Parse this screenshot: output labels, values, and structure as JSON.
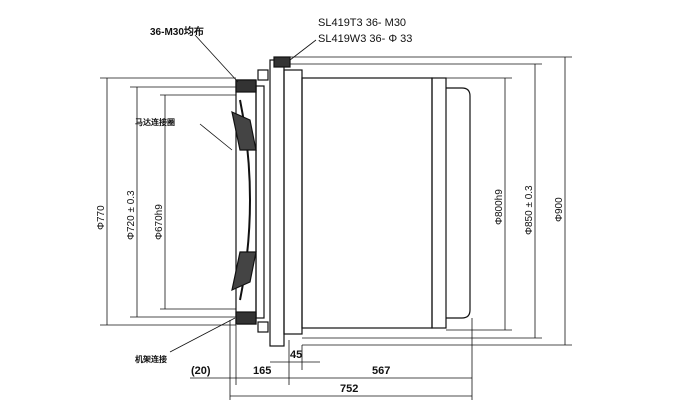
{
  "callouts": {
    "bolt_holes": "36-M30均布",
    "model_t3": "SL419T3  36- M30",
    "model_w3": "SL419W3  36- Φ 33",
    "motor_ring": "马达连接圈",
    "frame_conn": "机架连接"
  },
  "diameters": {
    "d770": "Φ770",
    "d720": "Φ720 ± 0.3",
    "d670": "Φ670h9",
    "d800": "Φ800h9",
    "d850": "Φ850 ± 0.3",
    "d900": "Φ900"
  },
  "lengths": {
    "l20": "(20)",
    "l165": "165",
    "l45": "45",
    "l567": "567",
    "l752": "752"
  }
}
